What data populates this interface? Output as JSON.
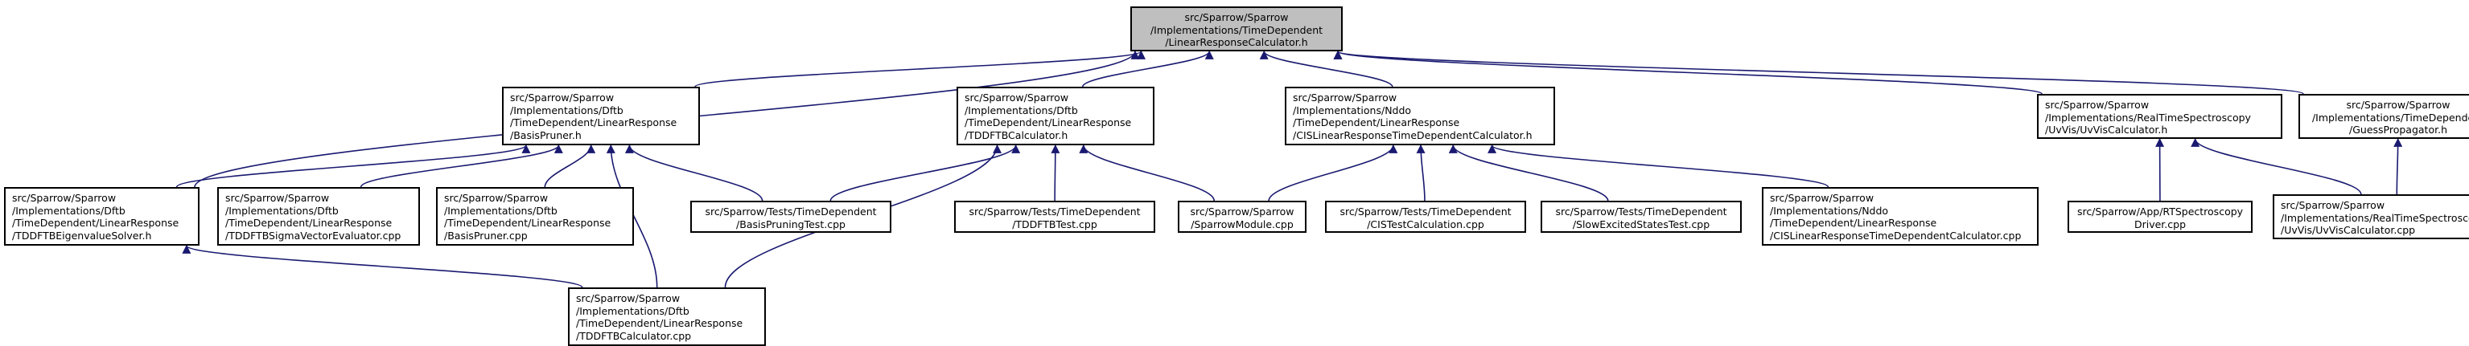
{
  "colors": {
    "edge": "#191970",
    "focus_fill": "#bfbfbf",
    "node_fill": "#ffffff",
    "border": "#000000"
  },
  "nodes": {
    "root": {
      "lines": [
        "src/Sparrow/Sparrow",
        "/Implementations/TimeDependent",
        "/LinearResponseCalculator.h"
      ]
    },
    "basis_pruner_h": {
      "lines": [
        "src/Sparrow/Sparrow",
        "/Implementations/Dftb",
        "/TimeDependent/LinearResponse",
        "/BasisPruner.h"
      ]
    },
    "tddftb_calculator_h": {
      "lines": [
        "src/Sparrow/Sparrow",
        "/Implementations/Dftb",
        "/TimeDependent/LinearResponse",
        "/TDDFTBCalculator.h"
      ]
    },
    "cis_calculator_h": {
      "lines": [
        "src/Sparrow/Sparrow",
        "/Implementations/Nddo",
        "/TimeDependent/LinearResponse",
        "/CISLinearResponseTimeDependentCalculator.h"
      ]
    },
    "uvvis_calculator_h": {
      "lines": [
        "src/Sparrow/Sparrow",
        "/Implementations/RealTimeSpectroscopy",
        "/UvVis/UvVisCalculator.h"
      ]
    },
    "guess_propagator_h": {
      "lines": [
        "src/Sparrow/Sparrow",
        "/Implementations/TimeDependent",
        "/GuessPropagator.h"
      ]
    },
    "eigenvalue_solver_h": {
      "lines": [
        "src/Sparrow/Sparrow",
        "/Implementations/Dftb",
        "/TimeDependent/LinearResponse",
        "/TDDFTBEigenvalueSolver.h"
      ]
    },
    "sigma_vector_cpp": {
      "lines": [
        "src/Sparrow/Sparrow",
        "/Implementations/Dftb",
        "/TimeDependent/LinearResponse",
        "/TDDFTBSigmaVectorEvaluator.cpp"
      ]
    },
    "basis_pruner_cpp": {
      "lines": [
        "src/Sparrow/Sparrow",
        "/Implementations/Dftb",
        "/TimeDependent/LinearResponse",
        "/BasisPruner.cpp"
      ]
    },
    "basis_pruning_test": {
      "lines": [
        "src/Sparrow/Tests/TimeDependent",
        "/BasisPruningTest.cpp"
      ]
    },
    "tddftb_test": {
      "lines": [
        "src/Sparrow/Tests/TimeDependent",
        "/TDDFTBTest.cpp"
      ]
    },
    "sparrow_module": {
      "lines": [
        "src/Sparrow/Sparrow",
        "/SparrowModule.cpp"
      ]
    },
    "cis_test": {
      "lines": [
        "src/Sparrow/Tests/TimeDependent",
        "/CISTestCalculation.cpp"
      ]
    },
    "slow_excited_test": {
      "lines": [
        "src/Sparrow/Tests/TimeDependent",
        "/SlowExcitedStatesTest.cpp"
      ]
    },
    "cis_calculator_cpp": {
      "lines": [
        "src/Sparrow/Sparrow",
        "/Implementations/Nddo",
        "/TimeDependent/LinearResponse",
        "/CISLinearResponseTimeDependentCalculator.cpp"
      ]
    },
    "rt_driver": {
      "lines": [
        "src/Sparrow/App/RTSpectroscopy",
        "Driver.cpp"
      ]
    },
    "uvvis_calculator_cpp": {
      "lines": [
        "src/Sparrow/Sparrow",
        "/Implementations/RealTimeSpectroscopy",
        "/UvVis/UvVisCalculator.cpp"
      ]
    },
    "tddftb_calculator_cpp": {
      "lines": [
        "src/Sparrow/Sparrow",
        "/Implementations/Dftb",
        "/TimeDependent/LinearResponse",
        "/TDDFTBCalculator.cpp"
      ]
    }
  },
  "edges": [
    [
      "basis_pruner_h",
      "root"
    ],
    [
      "tddftb_calculator_h",
      "root"
    ],
    [
      "cis_calculator_h",
      "root"
    ],
    [
      "uvvis_calculator_h",
      "root"
    ],
    [
      "guess_propagator_h",
      "root"
    ],
    [
      "eigenvalue_solver_h",
      "root"
    ],
    [
      "eigenvalue_solver_h",
      "basis_pruner_h"
    ],
    [
      "sigma_vector_cpp",
      "basis_pruner_h"
    ],
    [
      "basis_pruner_cpp",
      "basis_pruner_h"
    ],
    [
      "basis_pruning_test",
      "basis_pruner_h"
    ],
    [
      "tddftb_calculator_cpp",
      "basis_pruner_h"
    ],
    [
      "basis_pruning_test",
      "tddftb_calculator_h"
    ],
    [
      "tddftb_test",
      "tddftb_calculator_h"
    ],
    [
      "sparrow_module",
      "tddftb_calculator_h"
    ],
    [
      "tddftb_calculator_cpp",
      "tddftb_calculator_h"
    ],
    [
      "sparrow_module",
      "cis_calculator_h"
    ],
    [
      "cis_test",
      "cis_calculator_h"
    ],
    [
      "slow_excited_test",
      "cis_calculator_h"
    ],
    [
      "cis_calculator_cpp",
      "cis_calculator_h"
    ],
    [
      "rt_driver",
      "uvvis_calculator_h"
    ],
    [
      "uvvis_calculator_cpp",
      "uvvis_calculator_h"
    ],
    [
      "uvvis_calculator_cpp",
      "guess_propagator_h"
    ],
    [
      "tddftb_calculator_cpp",
      "eigenvalue_solver_h"
    ]
  ]
}
